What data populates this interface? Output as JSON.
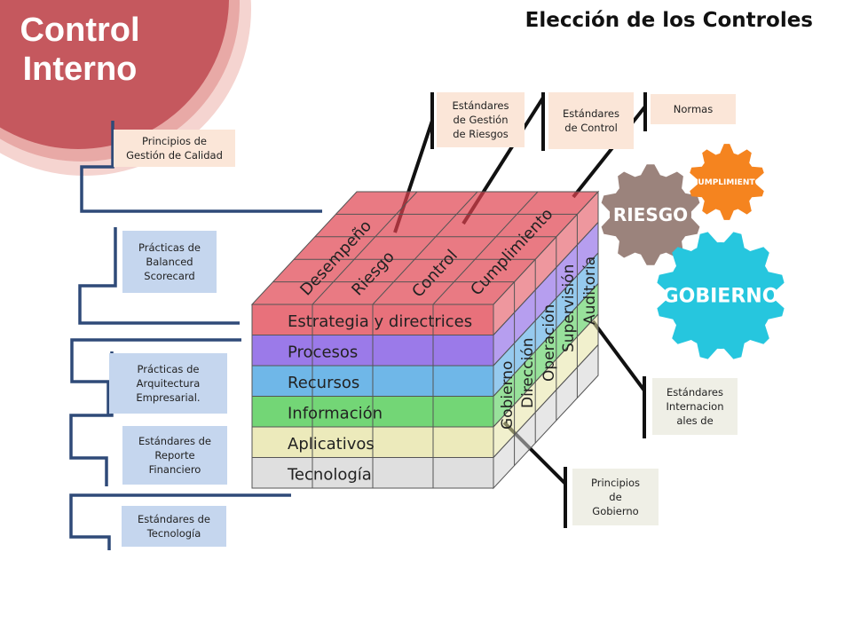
{
  "header": {
    "corner_title": "Control\nInterno",
    "slide_title": "Elección de los Controles",
    "accent_color": "#c5585e"
  },
  "left_boxes": [
    {
      "id": "calidad",
      "text": "Principios de\nGestión de Calidad"
    },
    {
      "id": "balanced",
      "text": "Prácticas de\nBalanced\nScorecard"
    },
    {
      "id": "arquitectura",
      "text": "Prácticas de\nArquitectura\nEmpresarial."
    },
    {
      "id": "reporte",
      "text": "Estándares de\nReporte\nFinanciero"
    },
    {
      "id": "tecnologia",
      "text": "Estándares de\nTecnología"
    }
  ],
  "top_boxes": [
    {
      "id": "riesgos",
      "text": "Estándares\nde Gestión\nde Riesgos"
    },
    {
      "id": "estcontrol",
      "text": "Estándares\nde Control"
    },
    {
      "id": "normas",
      "text": "Normas"
    }
  ],
  "right_boxes": [
    {
      "id": "internac",
      "text": "Estándares\nInternacion\nales de"
    },
    {
      "id": "principios",
      "text": "Principios\nde\nGobierno"
    }
  ],
  "cube": {
    "top_labels": [
      "Desempeño",
      "Riesgo",
      "Control",
      "Cumplimiento"
    ],
    "front_labels": [
      "Estrategia y directrices",
      "Procesos",
      "Recursos",
      "Información",
      "Aplicativos",
      "Tecnología"
    ],
    "side_labels": [
      "Gobierno",
      "Dirección",
      "Operación",
      "Supervisión",
      "Auditoría"
    ],
    "layer_colors": [
      "#e0424f",
      "#7a4ee2",
      "#3f9fe0",
      "#44c848",
      "#e6e3a4",
      "#d4d4d4"
    ]
  },
  "gears": [
    {
      "label": "RIESGO",
      "color": "#9b837c"
    },
    {
      "label": "CUMPLIMIENTO",
      "color": "#f5841f"
    },
    {
      "label": "GOBIERNO",
      "color": "#26c6de"
    }
  ]
}
